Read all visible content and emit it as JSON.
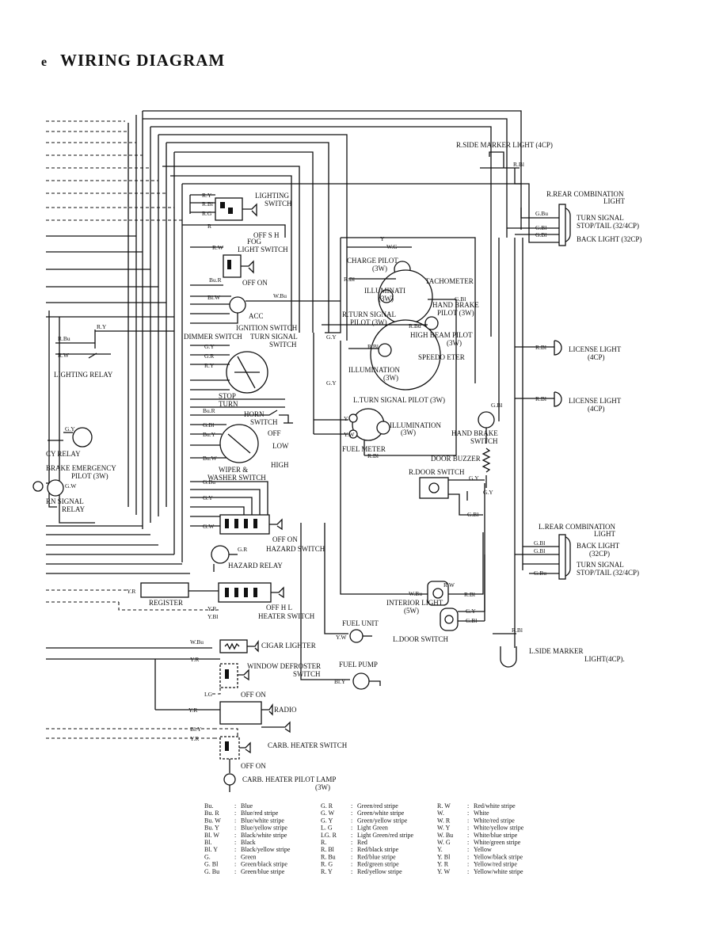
{
  "title": "WIRING DIAGRAM",
  "title_prefix": "e",
  "components": {
    "r_side_marker": "R.SIDE MARKER LIGHT (4CP)",
    "r_rear_comb_1": "R.REAR COMBINATION",
    "r_rear_comb_2": "LIGHT",
    "turn_signal_r_1": "TURN SIGNAL",
    "turn_signal_r_2": "STOP/TAIL (32/4CP)",
    "back_light_r": "BACK LIGHT (32CP)",
    "lighting_switch_1": "LIGHTING",
    "lighting_switch_2": "SWITCH",
    "lighting_pos": "OFF S H",
    "fog_switch_1": "FOG",
    "fog_switch_2": "LIGHT SWITCH",
    "fog_pos": "OFF ON",
    "charge_pilot_1": "CHARGE PILOT",
    "charge_pilot_2": "(3W)",
    "tachometer": "TACHOMETER",
    "illumi_1": "ILLUMINATI",
    "illumi_1b": "(3W)",
    "hand_brake_pilot_1": "HAND BRAKE",
    "hand_brake_pilot_2": "PILOT (3W)",
    "ignition_acc": "ACC",
    "ignition_switch": "IGNITION SWITCH",
    "r_turn_pilot_1": "R.TURN SIGNAL",
    "r_turn_pilot_2": "PILOT (3W)",
    "high_beam_pilot_1": "HIGH BEAM PILOT",
    "high_beam_pilot_2": "(3W)",
    "speedometer": "SPEEDO  ETER",
    "illumination_2": "ILLUMINATION",
    "illumination_2b": "(3W)",
    "dimmer_switch": "DIMMER SWITCH",
    "turn_signal_switch_1": "TURN SIGNAL",
    "turn_signal_switch_2": "SWITCH",
    "lighting_relay": "LIGHTING RELAY",
    "license_light_1": "LICENSE LIGHT",
    "license_light_1b": "(4CP)",
    "license_light_2": "LICENSE LIGHT",
    "license_light_2b": "(4CP)",
    "stop": "STOP",
    "turn": "TURN",
    "l_turn_pilot": "L.TURN SIGNAL PILOT (3W)",
    "horn_switch_1": "HORN",
    "horn_switch_2": "SWITCH",
    "illumination_3": "ILLUMINATION",
    "illumination_3b": "(3W)",
    "fuel_meter": "FUEL METER",
    "hand_brake_switch_1": "HAND BRAKE",
    "hand_brake_switch_2": "SWITCH",
    "wiper_off": "OFF",
    "wiper_low": "LOW",
    "wiper_high": "HIGH",
    "wiper_switch_1": "WIPER &",
    "wiper_switch_2": "WASHER SWITCH",
    "relay_frag": "CY RELAY",
    "brake_emerg_1": "BRAKE EMERGENCY",
    "brake_emerg_2": "PILOT (3W)",
    "turn_signal_relay_1": "RN SIGNAL",
    "turn_signal_relay_2": "RELAY",
    "door_buzzer": "DOOR BUZZER",
    "r_door_switch": "R.DOOR SWITCH",
    "hazard_off_on": "OFF ON",
    "hazard_switch": "HAZARD SWITCH",
    "hazard_relay": "HAZARD RELAY",
    "l_rear_comb_1": "L.REAR COMBINATION",
    "l_rear_comb_2": "LIGHT",
    "back_light_l_1": "BACK LIGHT",
    "back_light_l_2": "(32CP)",
    "turn_signal_l_1": "TURN SIGNAL",
    "turn_signal_l_2": "STOP/TAIL (32/4CP)",
    "register": "REGISTER",
    "heater_pos": "OFF H L",
    "heater_switch": "HEATER SWITCH",
    "interior_light_1": "INTERIOR LIGHT",
    "interior_light_2": "(5W)",
    "fuel_unit": "FUEL UNIT",
    "l_door_switch": "L.DOOR SWITCH",
    "l_side_marker_1": "L.SIDE MARKER",
    "l_side_marker_2": "LIGHT(4CP).",
    "cigar_lighter": "CIGAR LIGHTER",
    "window_defroster_1": "WINDOW DEFROSTER",
    "window_defroster_2": "SWITCH",
    "defroster_pos": "OFF ON",
    "fuel_pump": "FUEL PUMP",
    "radio": "RADIO",
    "carb_heater_switch": "CARB. HEATER SWITCH",
    "carb_pos": "OFF ON",
    "carb_pilot_1": "CARB. HEATER PILOT LAMP",
    "carb_pilot_2": "(3W)"
  },
  "wire_codes": {
    "ry": "R.Y",
    "rbl": "R.Bl",
    "rg": "R.G",
    "r": "R",
    "rw": "R.W",
    "y": "Y",
    "wg": "W.G",
    "wbu": "W.Bu",
    "gbl": "G.Bl",
    "rbu": "R.Bu",
    "gy": "G.Y",
    "gr": "G.R",
    "bur": "Bu.R",
    "blw": "Bl.W",
    "buw": "Bu.W",
    "buy": "Bu.Y",
    "gbu": "G.Bu",
    "gw": "G.W",
    "yw": "Y.W",
    "yr": "Y.R",
    "ybl": "Y.Bl",
    "lg": "LG",
    "bly": "Bl.Y",
    "yr2": "Y.R",
    "vr": "Y.R"
  },
  "legend": [
    [
      {
        "code": "Bu.",
        "desc": "Blue"
      },
      {
        "code": "Bu. R",
        "desc": "Blue/red stripe"
      },
      {
        "code": "Bu. W",
        "desc": "Blue/white stripe"
      },
      {
        "code": "Bu. Y",
        "desc": "Blue/yellow stripe"
      },
      {
        "code": "Bl. W",
        "desc": "Black/white stripe"
      },
      {
        "code": "Bl.",
        "desc": "Black"
      },
      {
        "code": "Bl. Y",
        "desc": "Black/yellow stripe"
      },
      {
        "code": "G.",
        "desc": "Green"
      },
      {
        "code": "G. Bl",
        "desc": "Green/black stripe"
      },
      {
        "code": "G. Bu",
        "desc": "Green/blue stripe"
      }
    ],
    [
      {
        "code": "G. R",
        "desc": "Green/red stripe"
      },
      {
        "code": "G. W",
        "desc": "Green/white stripe"
      },
      {
        "code": "G. Y",
        "desc": "Green/yellow stripe"
      },
      {
        "code": "L. G",
        "desc": "Light Green"
      },
      {
        "code": "LG. R",
        "desc": "Light Green/red stripe"
      },
      {
        "code": "R.",
        "desc": "Red"
      },
      {
        "code": "R. Bl",
        "desc": "Red/black stripe"
      },
      {
        "code": "R. Bu",
        "desc": "Red/blue stripe"
      },
      {
        "code": "R. G",
        "desc": "Red/green stripe"
      },
      {
        "code": "R. Y",
        "desc": "Red/yellow stripe"
      }
    ],
    [
      {
        "code": "R. W",
        "desc": "Red/white stripe"
      },
      {
        "code": "W.",
        "desc": "White"
      },
      {
        "code": "W. R",
        "desc": "White/red stripe"
      },
      {
        "code": "W. Y",
        "desc": "White/yellow stripe"
      },
      {
        "code": "W. Bu",
        "desc": "White/blue stripe"
      },
      {
        "code": "W. G",
        "desc": "White/green stripe"
      },
      {
        "code": "Y.",
        "desc": "Yellow"
      },
      {
        "code": "Y. Bl",
        "desc": "Yellow/black stripe"
      },
      {
        "code": "Y. R",
        "desc": "Yellow/red stripe"
      },
      {
        "code": "Y. W",
        "desc": "Yellow/white stripe"
      }
    ]
  ]
}
